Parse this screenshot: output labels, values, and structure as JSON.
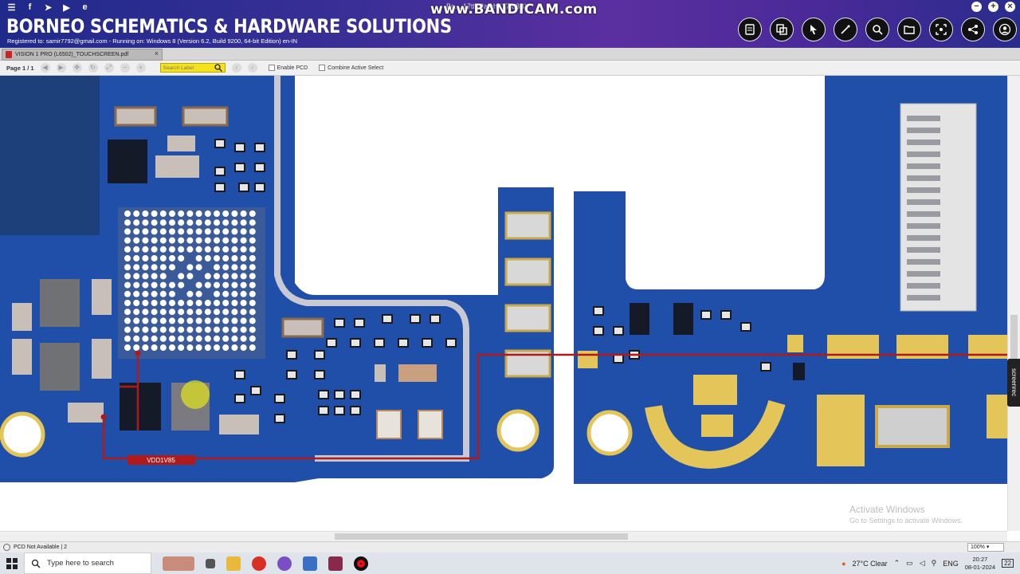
{
  "header": {
    "titlebar_text": "Bo... 17th Patch (17.08B)",
    "watermark": "www.BANDICAM.com",
    "brand": "BORNEO SCHEMATICS & HARDWARE SOLUTIONS",
    "registration": "Registered to: samir7792@gmail.com - Running on: Windows 8 (Version 6.2, Build 9200, 64-bit Edition) en-IN"
  },
  "tabs": [
    {
      "label": "VISION 1 PRO (L6502)_TOUCHSCREEN.pdf"
    }
  ],
  "toolbar": {
    "page_label": "Page 1 / 1",
    "search_placeholder": "Search Label",
    "enable_pcd": "Enable PCD",
    "combine_active_select": "Combine Active Select"
  },
  "canvas": {
    "net_label": "VDD1V85",
    "screenrec": "screenrec",
    "activate_title": "Activate Windows",
    "activate_sub": "Go to Settings to activate Windows."
  },
  "status": {
    "text": "PCD Not Available | 2",
    "zoom": "100%"
  },
  "taskbar": {
    "search_placeholder": "Type here to search",
    "weather": "27°C  Clear",
    "lang": "ENG",
    "time": "20:27",
    "date": "08-01-2024",
    "notif_count": "22"
  },
  "colors": {
    "pcb_blue": "#1f4fa8",
    "trace_red": "#b01a1a",
    "gold_pad": "#e3c55a",
    "header_purple": "#4a2a98"
  }
}
